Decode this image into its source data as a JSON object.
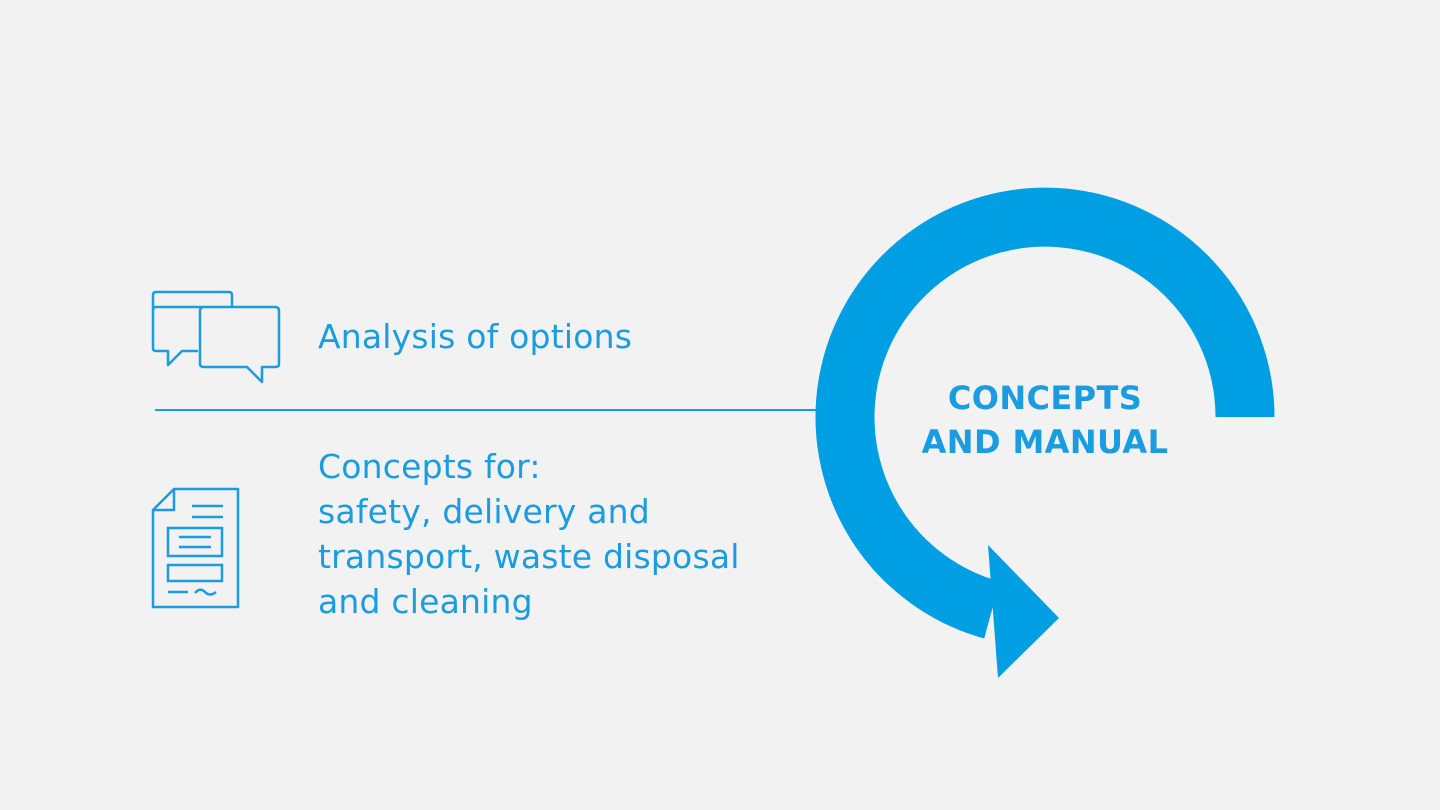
{
  "brand_colors": {
    "primary": "#009fe3",
    "line": "#1a9ce0",
    "background": "#f2f2f2"
  },
  "items": [
    {
      "icon": "chat-bubbles-icon",
      "text_lines": [
        "Analysis of options"
      ]
    },
    {
      "icon": "document-icon",
      "text_lines": [
        "Concepts for:",
        "safety, delivery and",
        "transport, waste disposal",
        "and cleaning"
      ]
    }
  ],
  "cycle": {
    "label_lines": [
      "CONCEPTS",
      "AND MANUAL"
    ]
  }
}
